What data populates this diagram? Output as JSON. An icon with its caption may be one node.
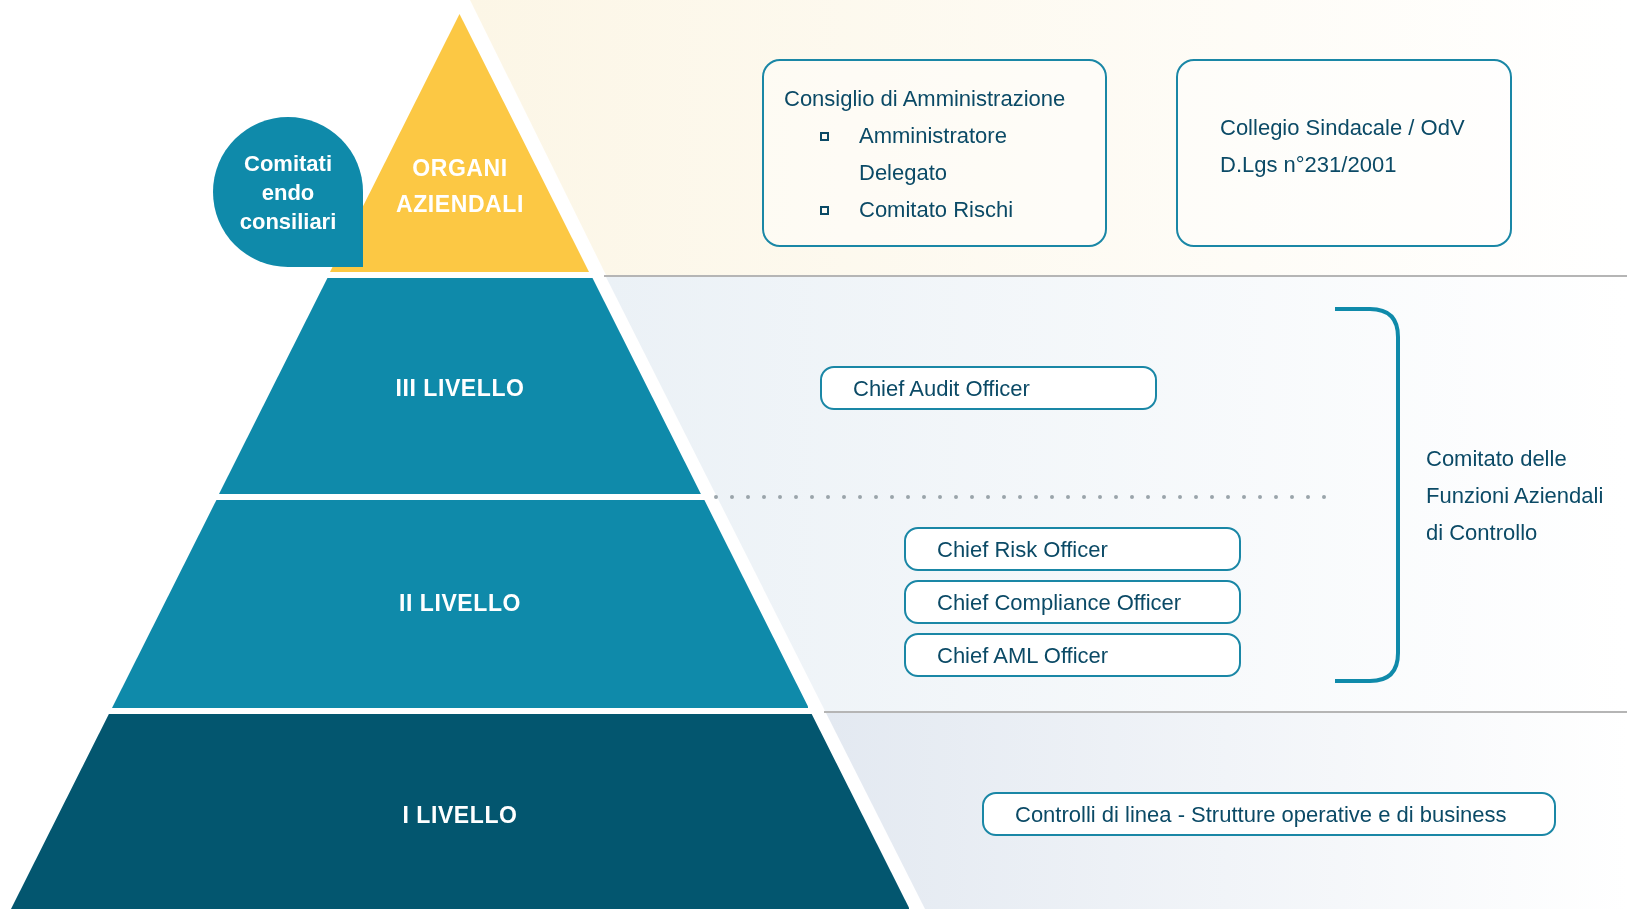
{
  "diagram": {
    "nodes": [
      {
        "text": [
          "ORGANI AZIENDALI"
        ]
      },
      {
        "text": [
          "Comitati endo consiliari"
        ]
      },
      {
        "text": [
          "III LIVELLO"
        ]
      },
      {
        "text": [
          "II LIVELLO"
        ]
      },
      {
        "text": [
          "I LIVELLO"
        ]
      },
      {
        "text": [
          "Consiglio di Amministrazione",
          "Amministratore Delegato",
          "Comitato Rischi"
        ]
      },
      {
        "text": [
          "Collegio Sindacale / OdV D.Lgs n°231/2001"
        ]
      },
      {
        "text": [
          "Chief Audit Officer"
        ]
      },
      {
        "text": [
          "Chief Risk Officer"
        ]
      },
      {
        "text": [
          "Chief Compliance Officer"
        ]
      },
      {
        "text": [
          "Chief AML Officer"
        ]
      },
      {
        "text": [
          "Controlli di linea - Strutture operative e di business"
        ]
      },
      {
        "text": [
          "Comitato delle Funzioni Aziendali di Controllo"
        ]
      }
    ]
  }
}
